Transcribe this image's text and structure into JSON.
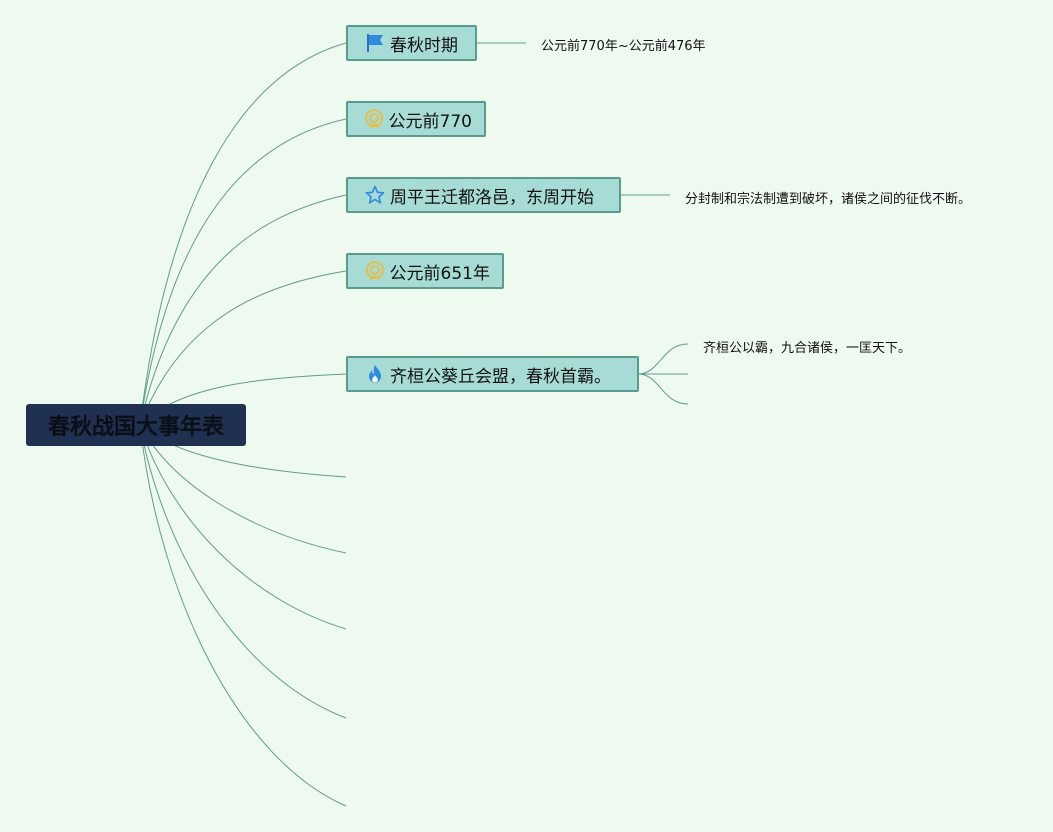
{
  "root": {
    "label": "春秋战国大事年表"
  },
  "topics": [
    {
      "label": "春秋时期",
      "icon": "flag-icon",
      "note": "公元前770年~公元前476年"
    },
    {
      "label": "公元前770",
      "icon": "medal-icon"
    },
    {
      "label": "周平王迁都洛邑，东周开始",
      "icon": "star-icon",
      "note": "分封制和宗法制遭到破坏，诸侯之间的征伐不断。"
    },
    {
      "label": "公元前651年",
      "icon": "medal-icon"
    },
    {
      "label": "齐桓公葵丘会盟，春秋首霸。",
      "icon": "fire-icon",
      "note": "齐桓公以霸，九合诸侯，一匡天下。"
    }
  ],
  "colors": {
    "background": "#eef9ef",
    "root": "#1f3050",
    "node": "#a6dbd6",
    "node_border": "#5a9c8c",
    "line": "#5a9c8c"
  }
}
